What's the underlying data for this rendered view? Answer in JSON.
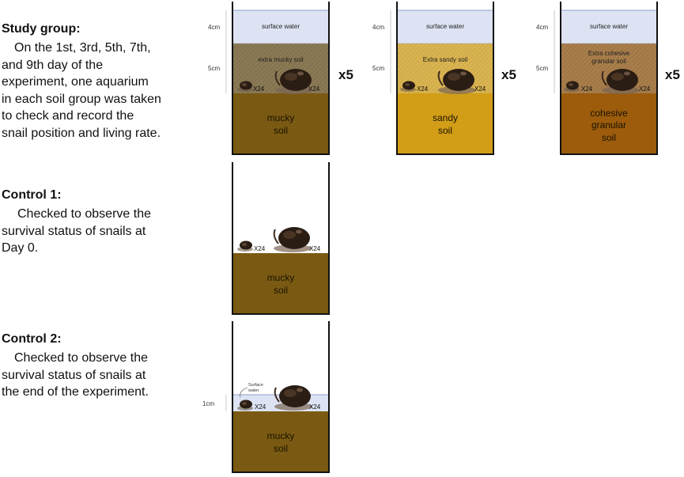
{
  "study": {
    "heading": "Study group:",
    "lines": [
      "On the 1st, 3rd, 5th, 7th,",
      "and 9th day of the",
      "experiment, one aquarium",
      "in each soil group was taken",
      "to check and record the",
      "snail position and living rate."
    ]
  },
  "control1": {
    "heading": "Control 1:",
    "lines": [
      "Checked to observe the",
      "survival status of snails at",
      "Day 0."
    ]
  },
  "control2": {
    "heading": "Control 2:",
    "lines": [
      "Checked to observe the",
      "survival status of snails at",
      "the end of the experiment."
    ]
  },
  "dims": {
    "water": "4cm",
    "extra": "5cm",
    "shallow": "1cm"
  },
  "water_label": "surface water",
  "surface_water_small": [
    "Surface",
    "water"
  ],
  "count_small": "X24",
  "count_large": "X24",
  "replicate": "x5",
  "tanks": {
    "mucky": {
      "extra": "extra mucky soil",
      "soil": [
        "mucky",
        "soil"
      ]
    },
    "sandy": {
      "extra": "Extra sandy soil",
      "soil": [
        "sandy",
        "soil"
      ]
    },
    "cohesive": {
      "extra": [
        "Extra cohesive",
        "granular soil"
      ],
      "soil": [
        "cohesive",
        "granular",
        "soil"
      ]
    },
    "control1": {
      "soil": [
        "mucky",
        "soil"
      ]
    },
    "control2": {
      "soil": [
        "mucky",
        "soil"
      ]
    }
  },
  "colors": {
    "water": "#dde3f3",
    "mucky_base": "#7a5a12",
    "mucky_extra": "#8a7a55",
    "sandy_base": "#d29e17",
    "sandy_extra": "#d9b452",
    "cohesive_base": "#9c5c0c",
    "cohesive_extra": "#a87e4c",
    "snail": "#2a1d14"
  }
}
